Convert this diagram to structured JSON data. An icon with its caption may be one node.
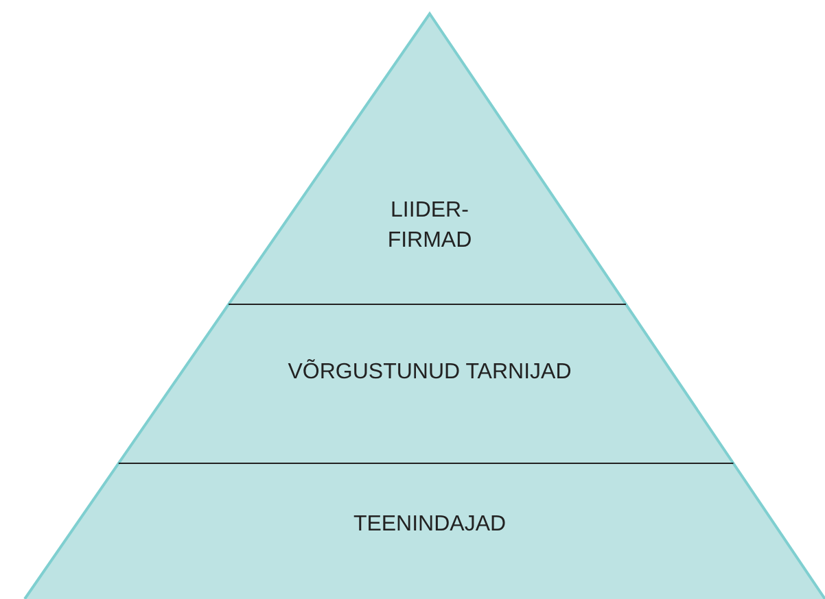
{
  "diagram": {
    "nodes": [
      {
        "text": [
          "LIIDER- FIRMAD"
        ]
      },
      {
        "text": [
          "VÕRGUSTUNUD TARNIJAD"
        ]
      },
      {
        "text": [
          "TEENINDAJAD"
        ]
      }
    ]
  }
}
